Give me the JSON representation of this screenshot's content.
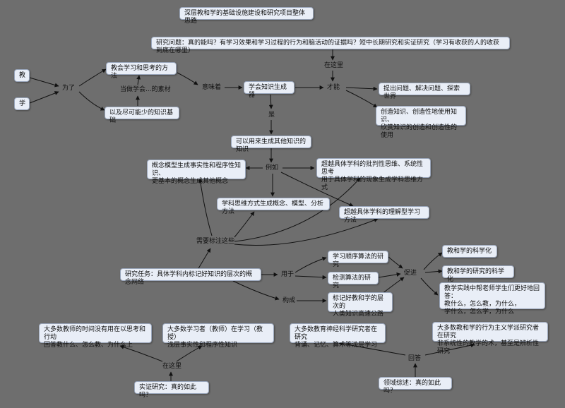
{
  "title": "深层教和学的基础设施建设和研究项目整体思路",
  "nodes": {
    "question": "研究问题：真的能吗？有学习效果和学习过程的行为和脑活动的证据吗？短中长期研究和实证研究（学习有收获的人的收获到底在哪里）",
    "jiao": "教",
    "xue": "学",
    "teach_methods": "教会学习和思考的方法",
    "min_knowledge": "以及尽可能少的知识基础",
    "generator": "学会知识生成器",
    "ask_questions": "提出问题、解决问题、探索世界",
    "create_knowledge": "创造知识、创造性地使用知识、\n欣赏知识的创造和创造性的使用",
    "generate_other": "可以用来生成其他知识的知识",
    "concept_model": "概念模型生成事实性和程序性知识、\n更基本的概念生成其他概念",
    "beyond_critical": "超越具体学科的批判性思维、系统性思考\n用于具体学科的现象生成学科思维方式",
    "discipline_thinking": "学科思维方式生成概念、模型、分析方法",
    "beyond_understanding": "超越具体学科的理解型学习方法",
    "research_task": "研究任务：具体学科内标记好知识的层次的概念网络",
    "sequence_algo": "学习顺序算法的研究",
    "detect_algo": "检测算法的研究",
    "mark_teaching": "标记好教和学的层次的\n人类知识高速公路",
    "sci_teach_learn": "教和学的科学化",
    "sci_research": "教和学的研究的科学化",
    "practice_answer": "教学实践中帮老师学生们更好地回答：\n教什么，怎么教，为什么，\n学什么，怎么学，为什么",
    "teachers_no_time": "大多数教师的时间没有用在以思考和行动\n回答教什么、怎么教、为什么上",
    "learners_shallow": "大多数学习者（教师）在学习（教授）\n浅层事实性和程序性知识",
    "empirical": "实证研究：真的如此吗？",
    "neuro_research": "大多数教育神经科学研究者在研究\n背诵、记忆、算术等浅层学习",
    "behavior_research": "大多数教和学的行为主义学派研究者在研究\n非系统性的教学的术，甚至是辨析性研究",
    "review": "领域综述：真的如此吗？"
  },
  "labels": {
    "wei_le": "为了",
    "sucai": "当做学会...的素材",
    "yiweizhe": "意味着",
    "zaizheli_top": "在这里",
    "caineng": "才能",
    "shi": "是",
    "liru": "例如",
    "biaozhu": "需要标注这些",
    "yongyu": "用于",
    "goucheng": "构成",
    "cujin": "促进",
    "zaizheli_bottom": "在这里",
    "huida": "回答"
  }
}
